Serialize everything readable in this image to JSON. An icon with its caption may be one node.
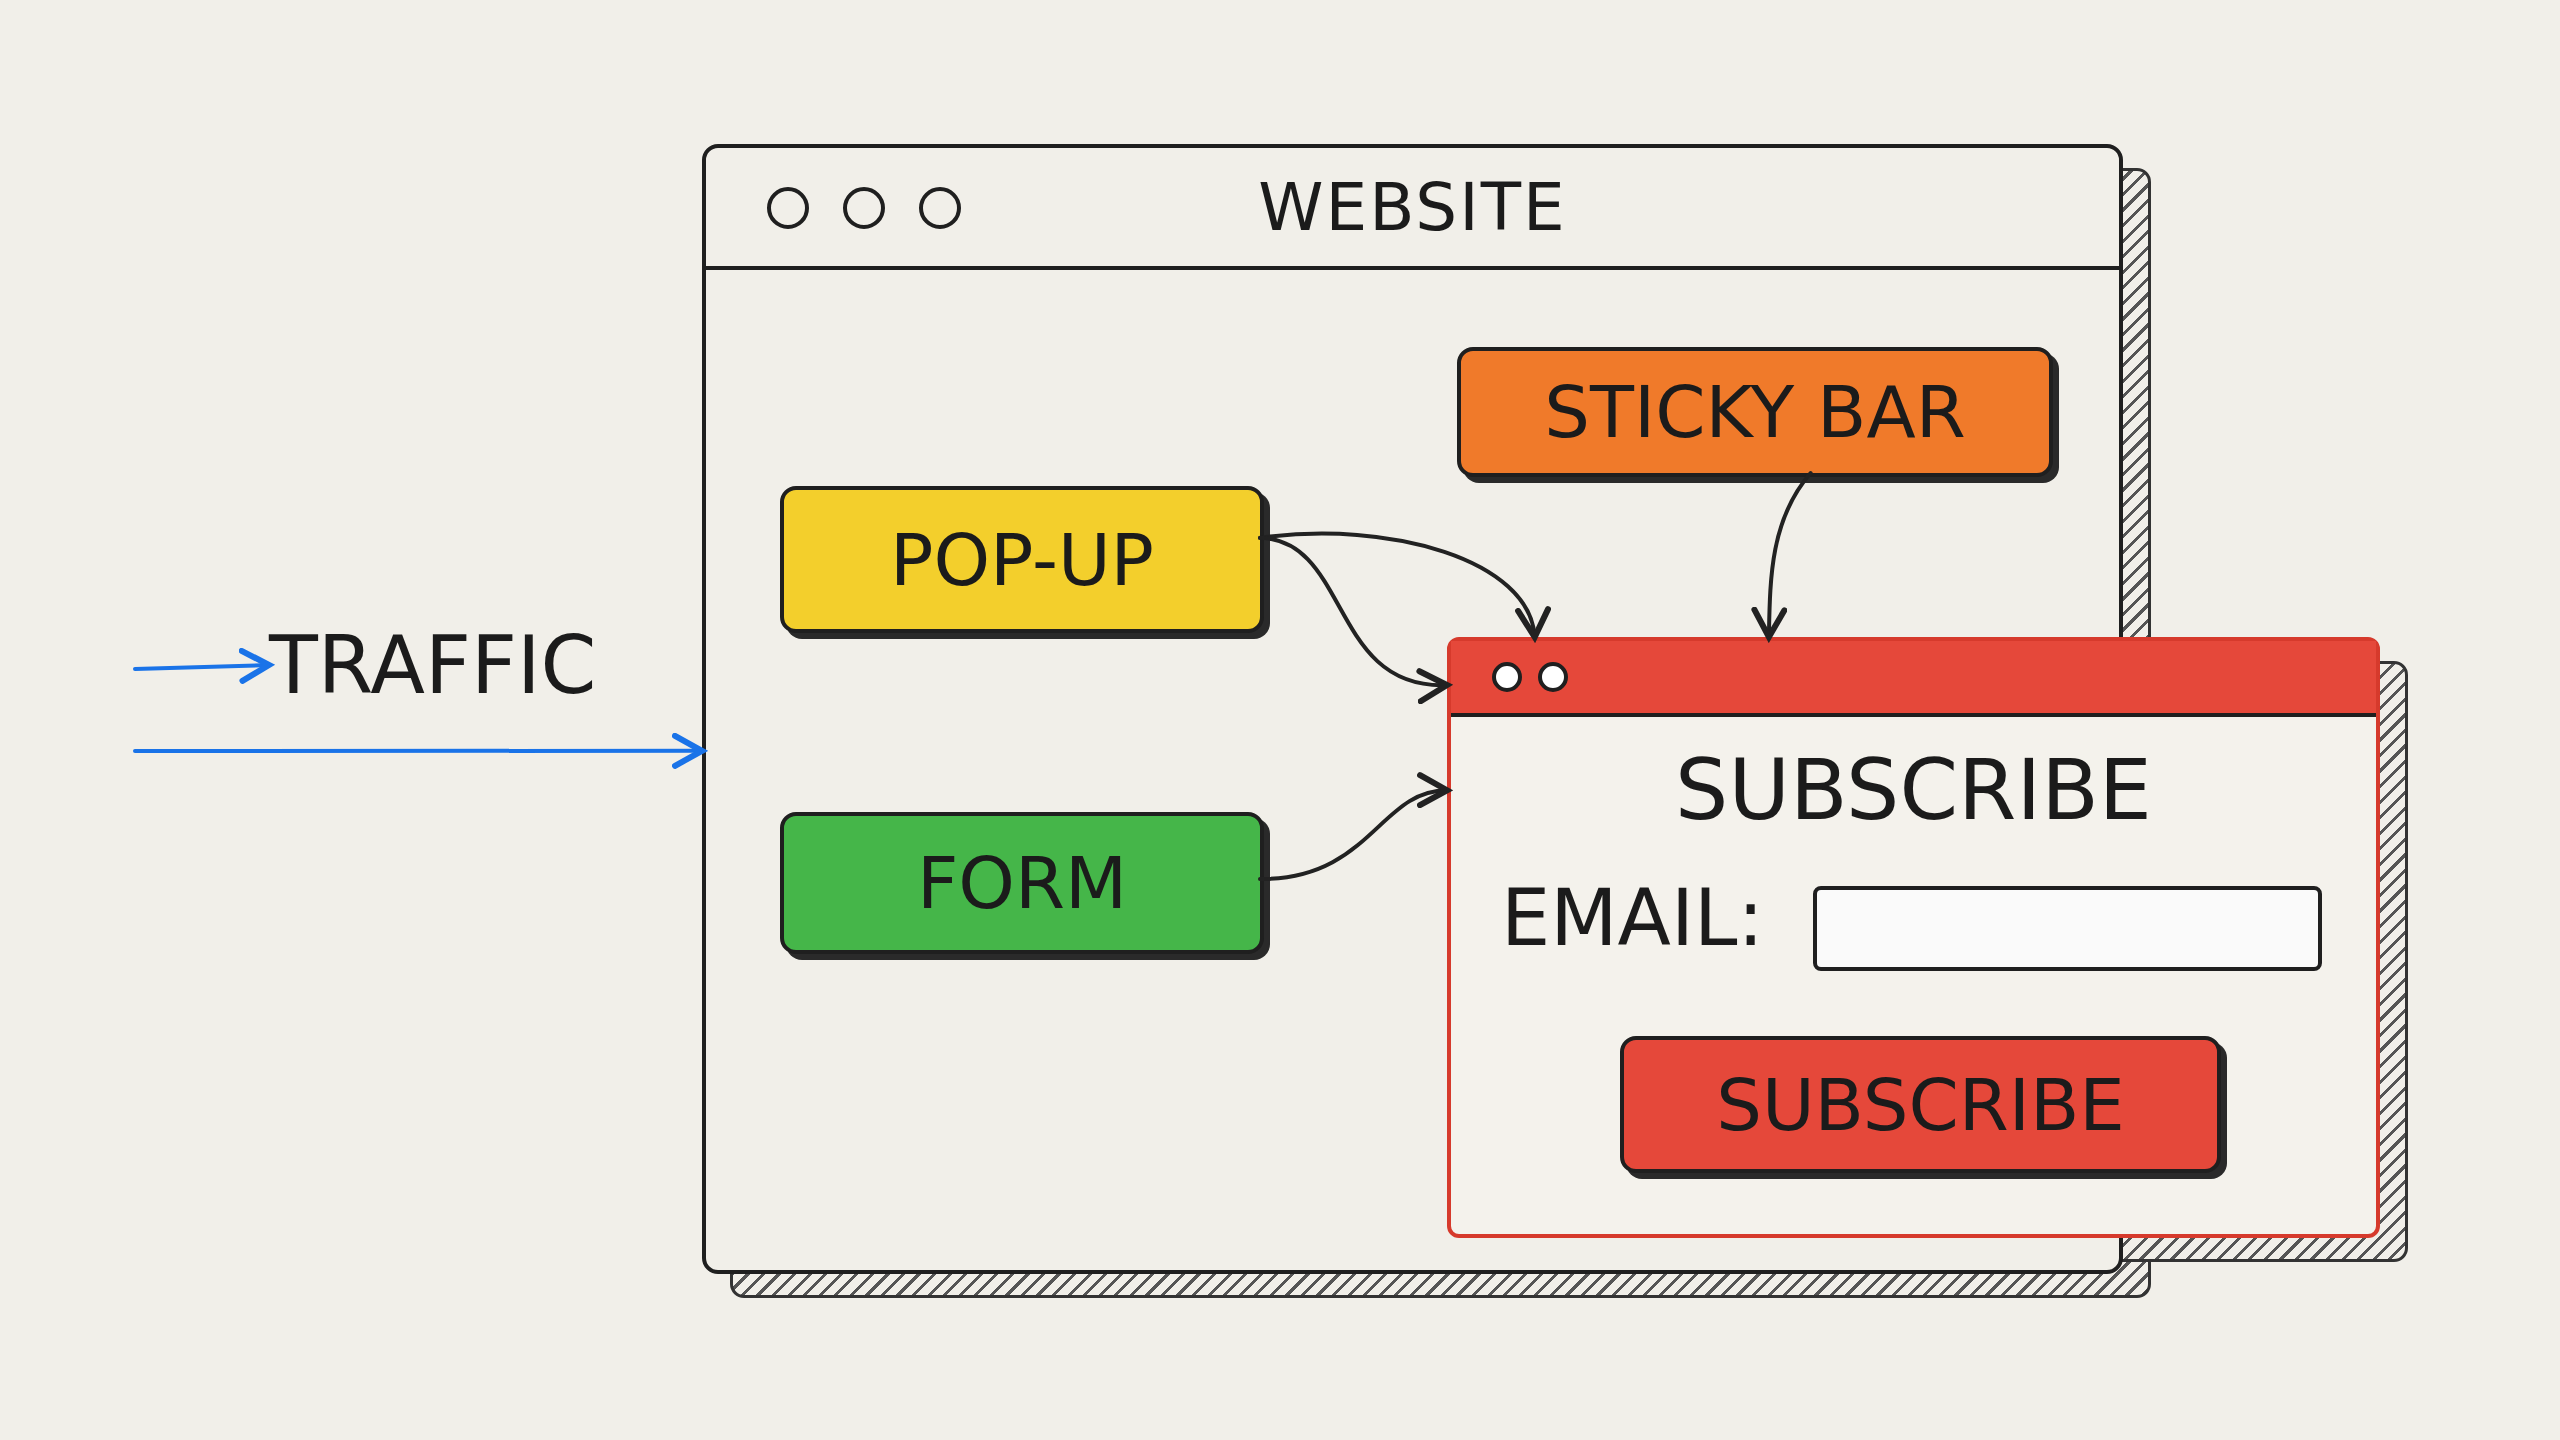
{
  "diagram": {
    "nodes": [
      {
        "text": [
          "WEBSITE"
        ]
      },
      {
        "text": [
          "STICKY BAR"
        ],
        "in": 0
      },
      {
        "text": [
          "POP-UP"
        ],
        "in": 0
      },
      {
        "text": [
          "FORM"
        ],
        "in": 0
      },
      {
        "text": [
          "SUBSCRIBE"
        ]
      },
      {
        "text": [
          "SUBSCRIBE"
        ],
        "in": 4
      },
      {
        "text": [
          "TRAFFIC"
        ]
      }
    ],
    "edges": [
      {
        "from": 2,
        "to": 4,
        "arrow": "to"
      },
      {
        "from": 2,
        "to": 4,
        "arrow": "to"
      },
      {
        "from": 3,
        "to": 4,
        "arrow": "to"
      },
      {
        "from": 1,
        "to": 4,
        "arrow": "to"
      },
      {
        "from": null,
        "to": 6,
        "arrow": "to",
        "color": "#1a73e8"
      },
      {
        "from": null,
        "to": 0,
        "arrow": "to",
        "color": "#1a73e8"
      }
    ],
    "labels": [
      "EMAIL:"
    ]
  }
}
